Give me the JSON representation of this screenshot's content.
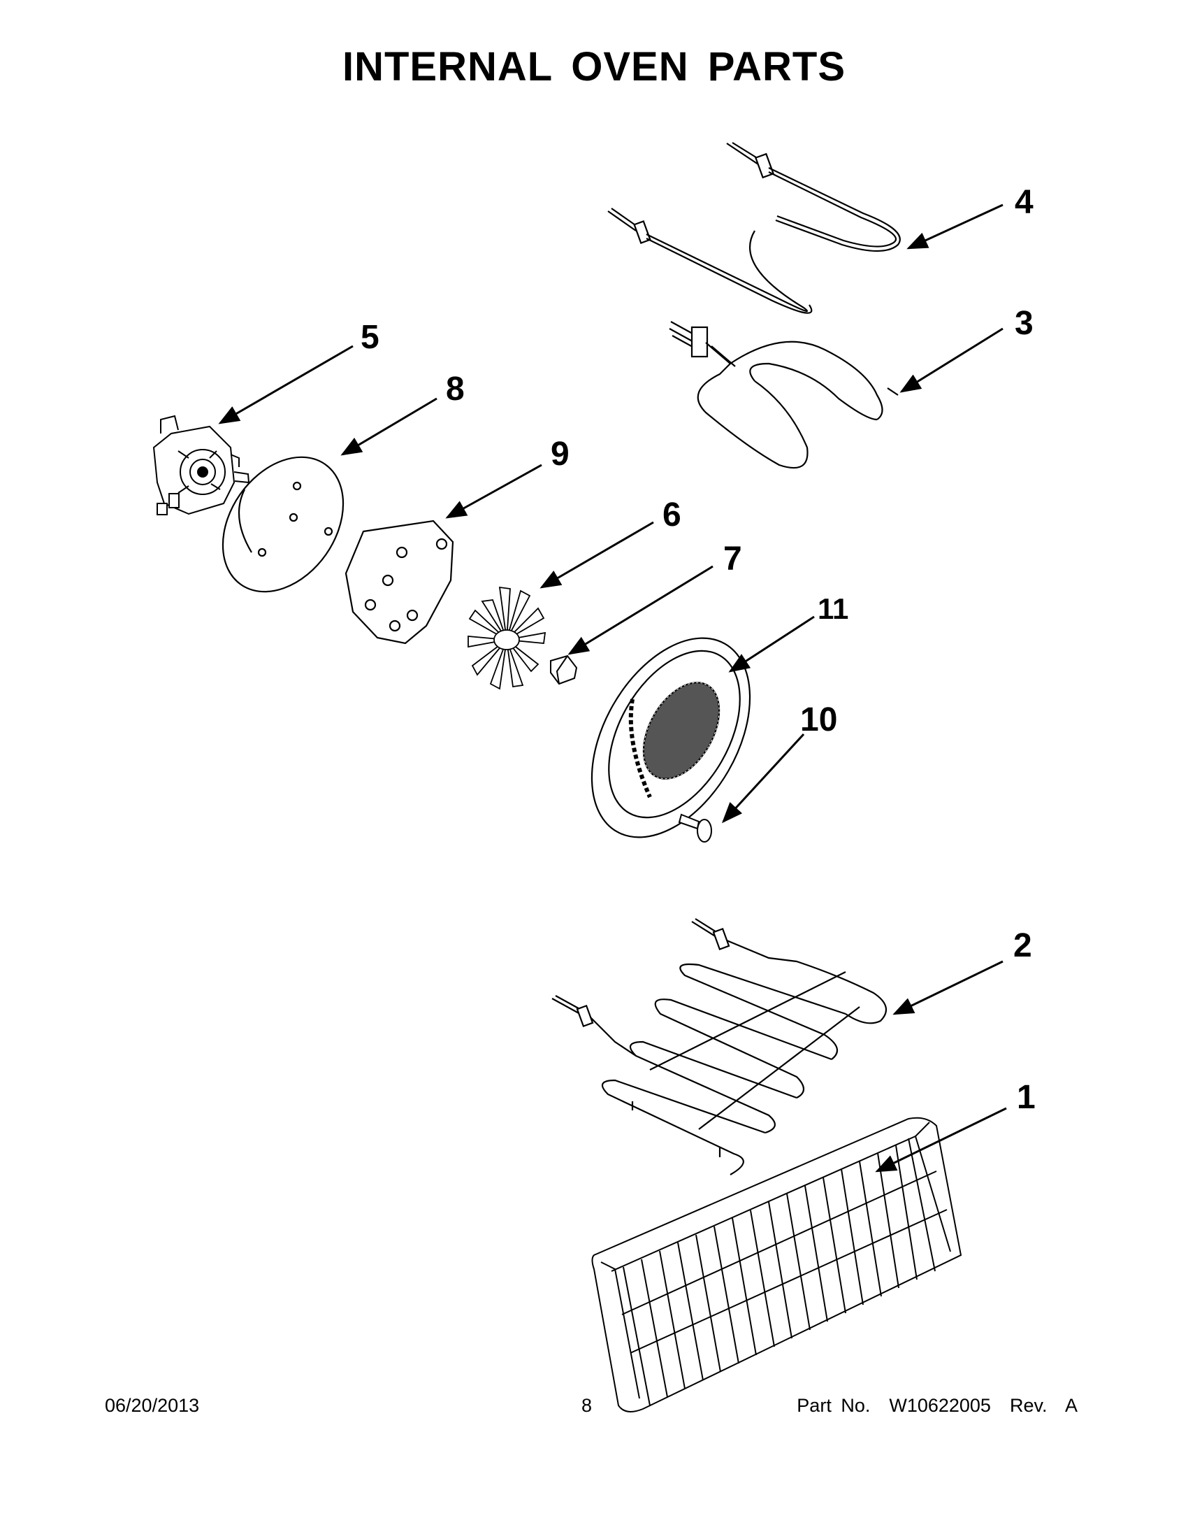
{
  "page": {
    "title": "INTERNAL OVEN PARTS"
  },
  "callouts": [
    {
      "id": "1",
      "label": "1"
    },
    {
      "id": "2",
      "label": "2"
    },
    {
      "id": "3",
      "label": "3"
    },
    {
      "id": "4",
      "label": "4"
    },
    {
      "id": "5",
      "label": "5"
    },
    {
      "id": "6",
      "label": "6"
    },
    {
      "id": "7",
      "label": "7"
    },
    {
      "id": "8",
      "label": "8"
    },
    {
      "id": "9",
      "label": "9"
    },
    {
      "id": "10",
      "label": "10"
    },
    {
      "id": "11",
      "label": "11"
    }
  ],
  "footer": {
    "date": "06/20/2013",
    "page_number": "8",
    "part_info": "Part No.  W10622005  Rev.  A"
  }
}
